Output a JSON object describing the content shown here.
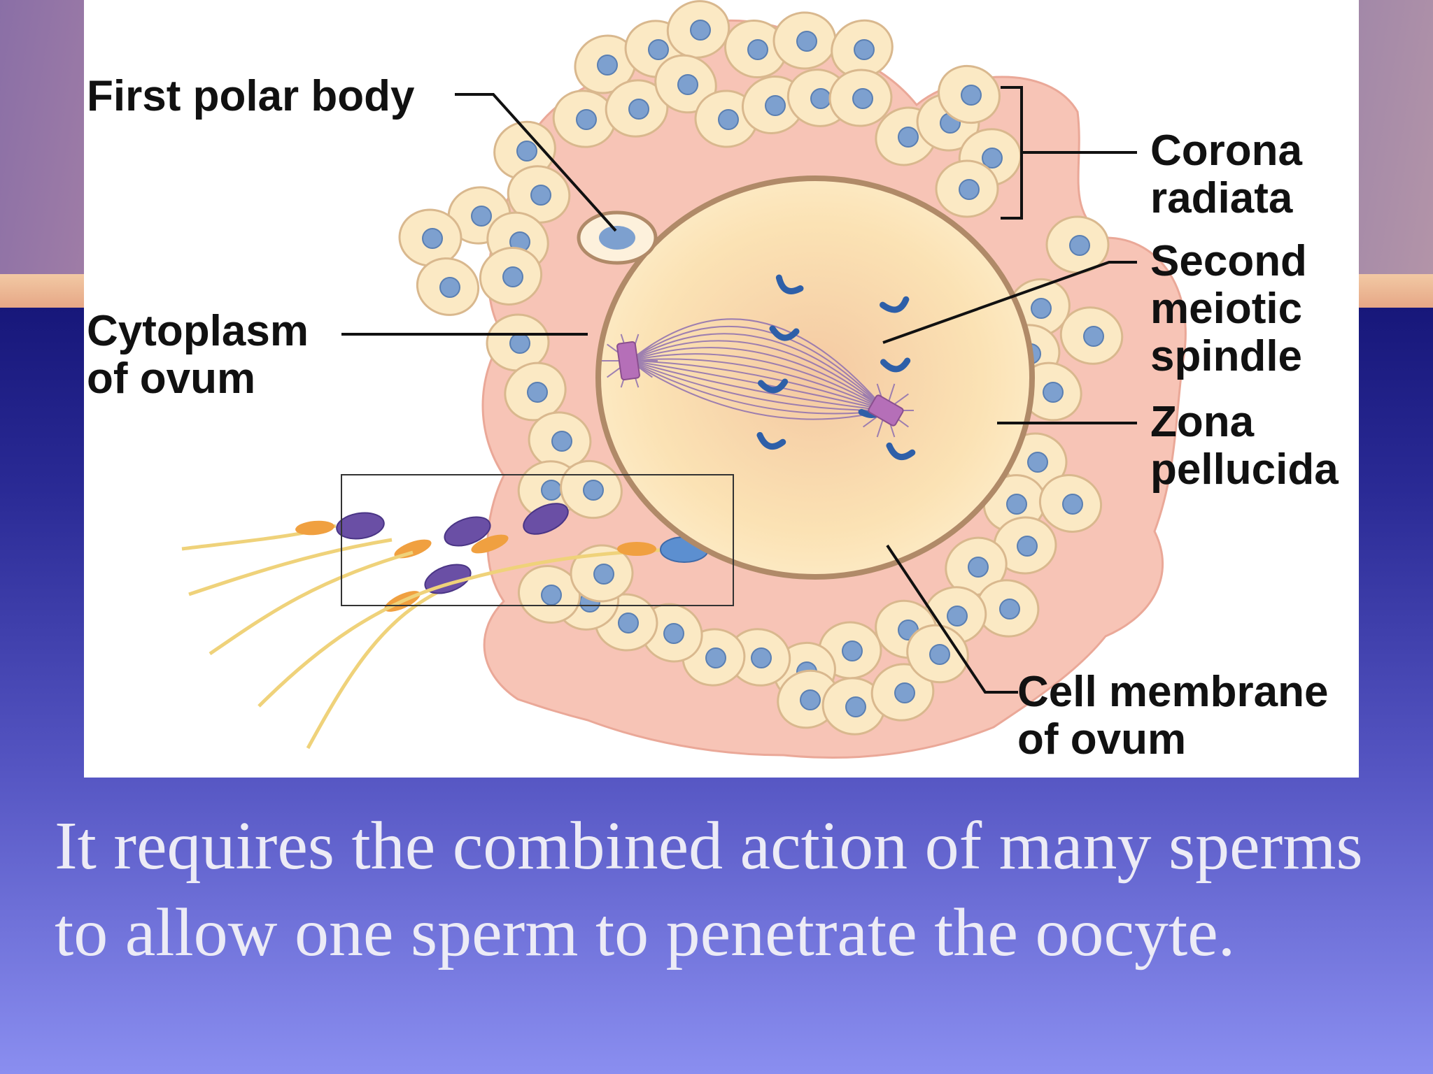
{
  "diagram": {
    "labels": {
      "first_polar_body": "First polar body",
      "cytoplasm_of_ovum": "Cytoplasm\nof ovum",
      "corona_radiata": "Corona\nradiata",
      "second_meiotic_spindle": "Second\nmeiotic\nspindle",
      "zona_pellucida": "Zona\npellucida",
      "cell_membrane_of_ovum": "Cell membrane\nof ovum"
    },
    "colors": {
      "zona": "#f7c4b6",
      "zona_outline": "#eaa898",
      "corona_cell": "#fbe9c4",
      "corona_cell_outline": "#d9b88e",
      "nucleus": "#7da0cf",
      "ovum": "#fbe2b4",
      "ovum_membrane": "#b08a68",
      "chromosome": "#2e5fa8",
      "centriole": "#b56fb8",
      "sperm_head": "#6a4fa5",
      "sperm_midpiece": "#f0a040",
      "sperm_tail": "#efd27a"
    }
  },
  "caption": "It requires the combined action of many sperms to allow one sperm to penetrate the oocyte."
}
